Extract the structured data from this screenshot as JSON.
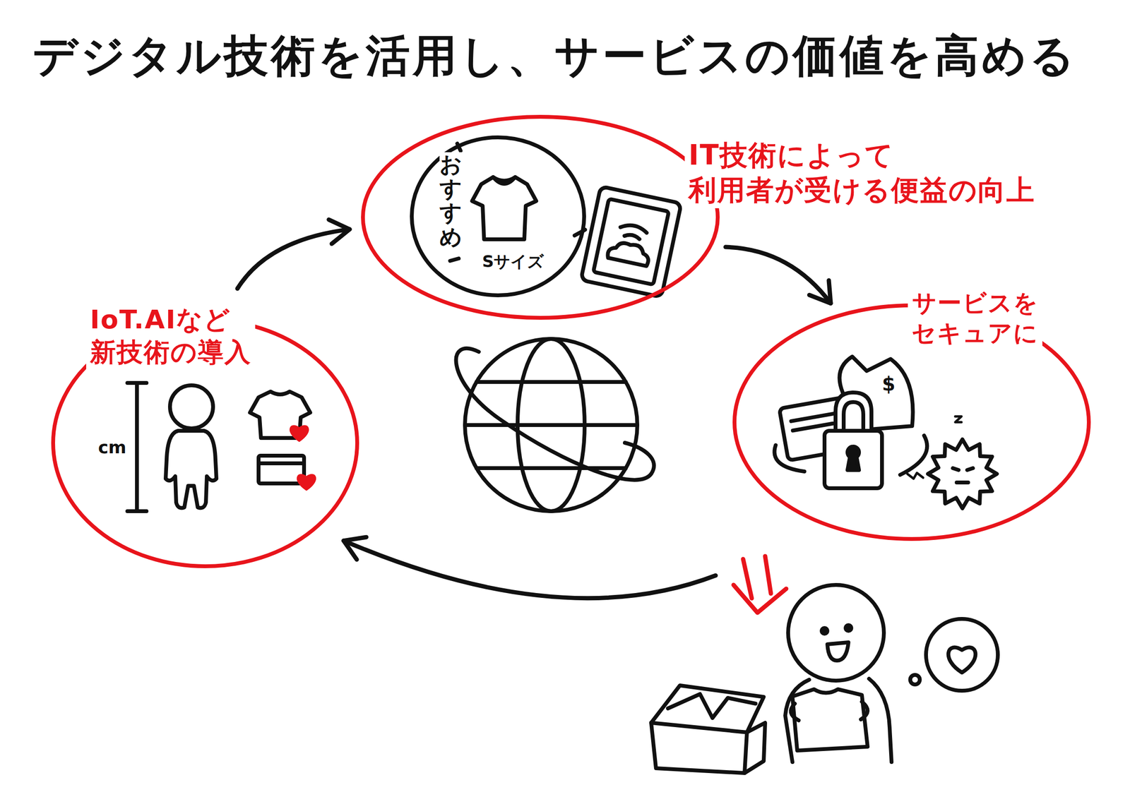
{
  "diagram": {
    "title": "デジタル技術を活用し、サービスの価値を高める",
    "nodes": [
      {
        "text": [
          "IT技術によって 利用者が受ける便益の向上"
        ]
      },
      {
        "text": [
          "サービスを セキュアに"
        ]
      },
      {
        "text": [
          "IoT.AIなど 新技術の導入"
        ]
      }
    ],
    "edges": [
      {
        "from": 2,
        "to": 0,
        "arrow": "to"
      },
      {
        "from": 0,
        "to": 1,
        "arrow": "to"
      },
      {
        "from": 1,
        "to": 2,
        "arrow": "to"
      }
    ],
    "labels": [
      "おすすめ",
      "Sサイズ",
      "cm",
      "$"
    ]
  }
}
